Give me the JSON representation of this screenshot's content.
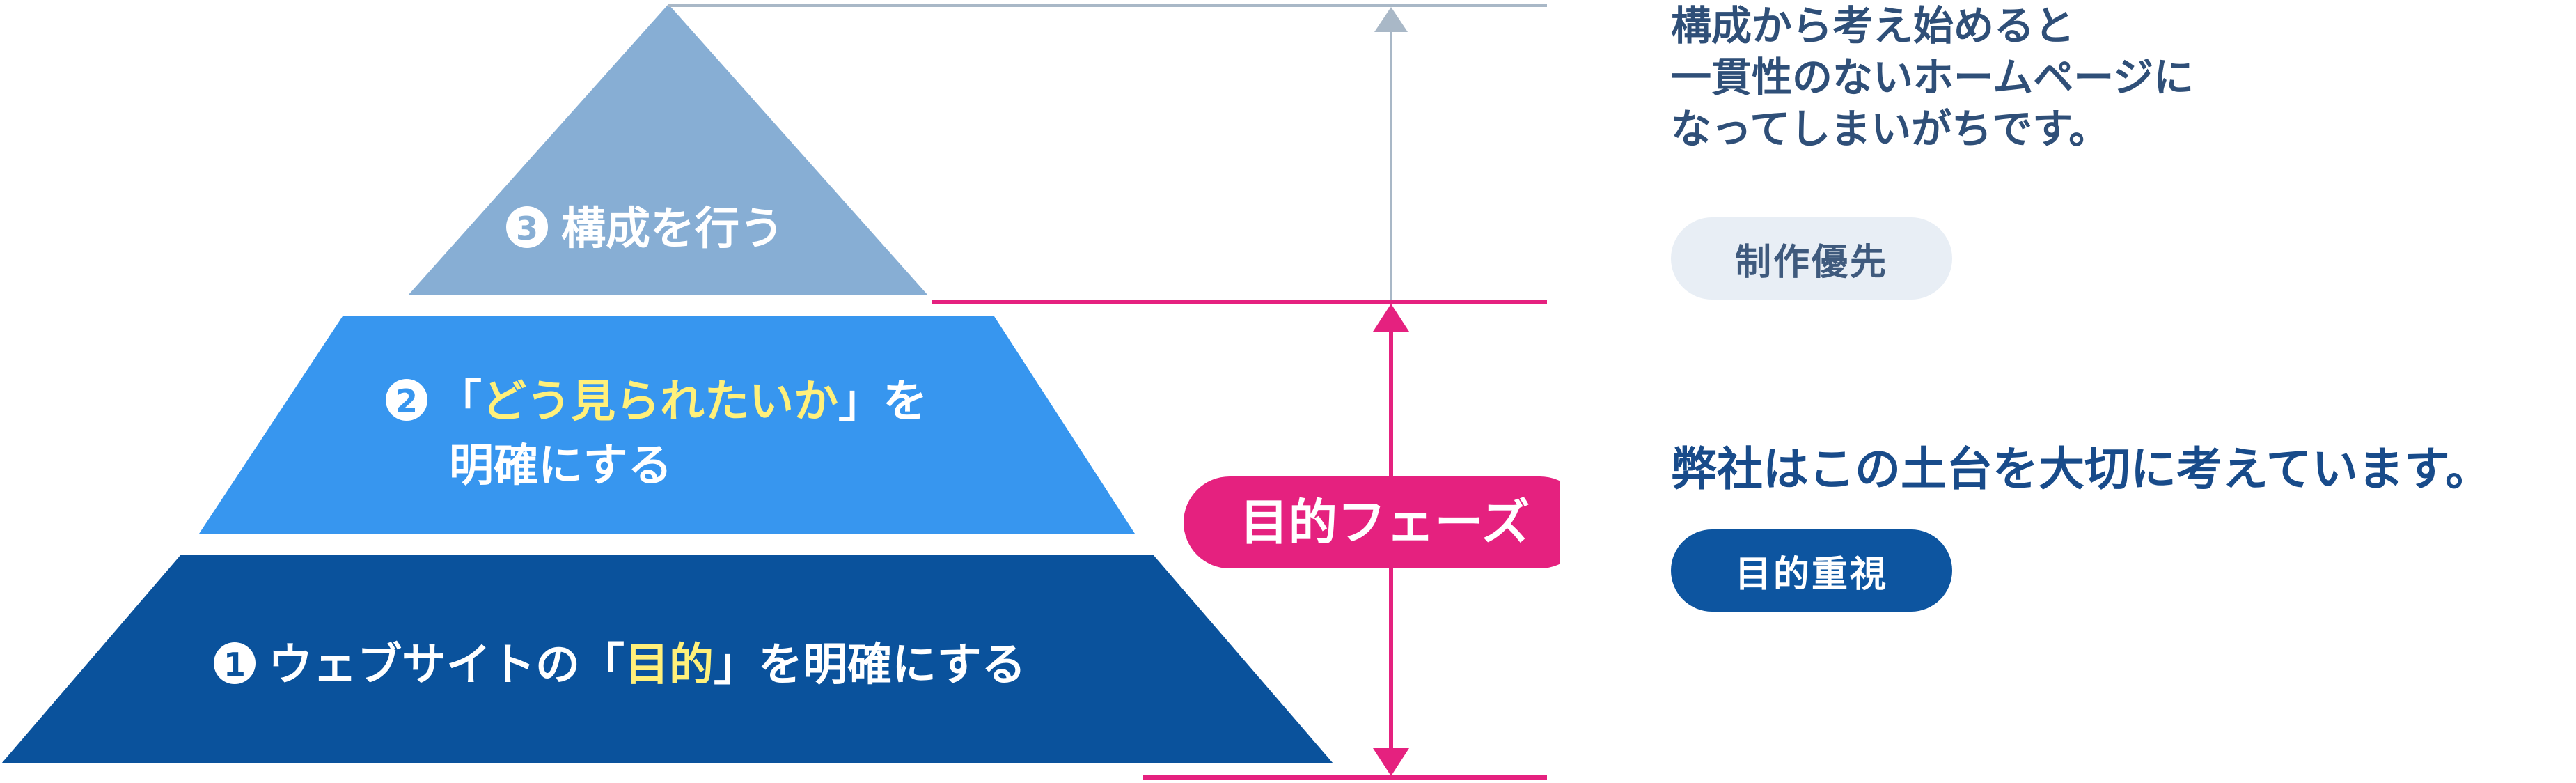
{
  "colors": {
    "tier_top": "#87aed4",
    "tier_middle": "#3796ef",
    "tier_bottom": "#0a529c",
    "highlight_yellow": "#fff07a",
    "phase_pink": "#e5217f",
    "gray_line": "#a9b8c7",
    "tag_light_bg": "#e8eef5",
    "tag_dark_bg": "#0d55a0"
  },
  "pyramid": {
    "top": {
      "number": "3",
      "text": "構成を行う"
    },
    "middle": {
      "number": "2",
      "open_bracket": "「",
      "highlight": "どう見られたいか",
      "close_bracket": "」",
      "line1_suffix": "を",
      "line2": "明確にする"
    },
    "bottom": {
      "number": "1",
      "prefix": "ウェブサイトの",
      "open_bracket": "「",
      "highlight": "目的",
      "close_bracket": "」",
      "suffix": "を明確にする"
    }
  },
  "phase_label": "目的フェーズ",
  "side": {
    "top_lines": [
      "構成から考え始めると",
      "一貫性のないホームページに",
      "なってしまいがちです。"
    ],
    "top_tag": "制作優先",
    "bottom_text": "弊社はこの土台を大切に考えています。",
    "bottom_tag": "目的重視"
  }
}
